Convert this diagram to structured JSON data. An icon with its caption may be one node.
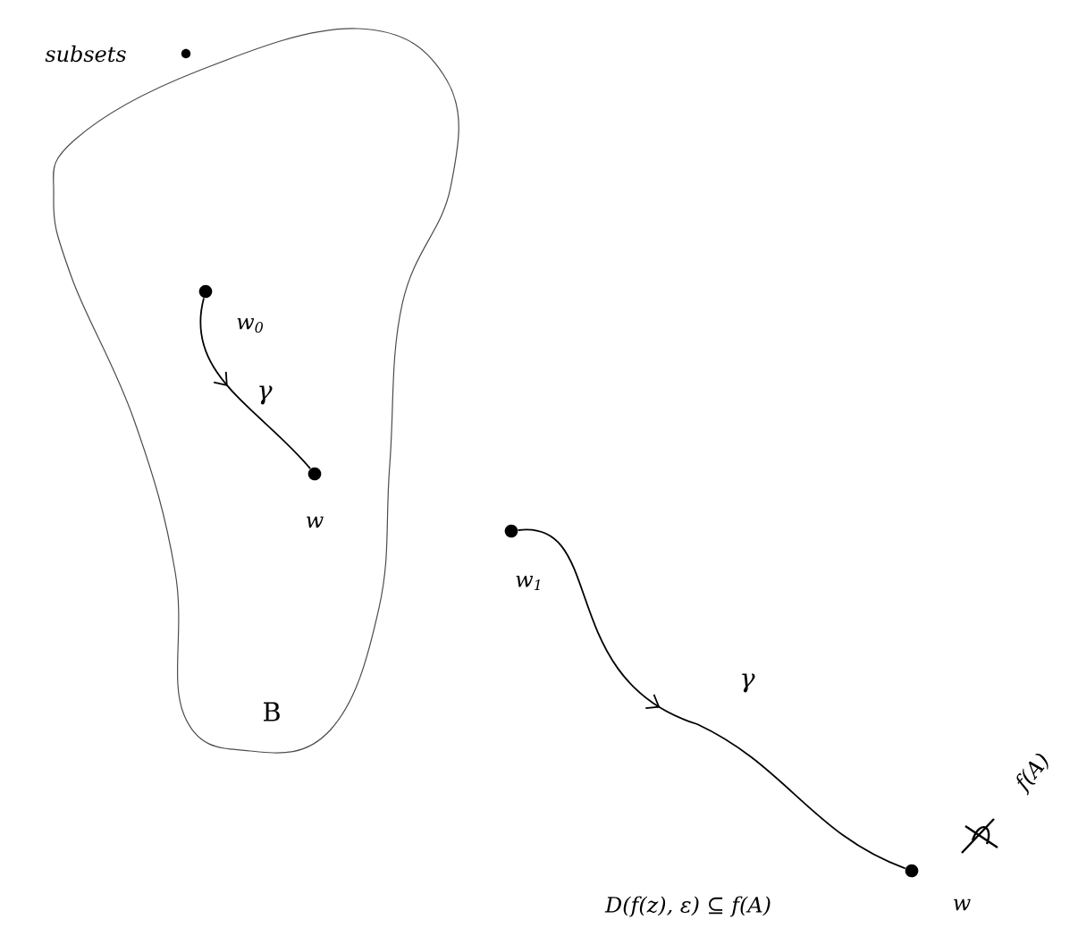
{
  "diagram": {
    "nodes": [
      {
        "text": [
          "B"
        ]
      },
      {
        "text": [],
        "shape": "circle",
        "in": 0,
        "beside": [
          "w$_{0}$"
        ]
      },
      {
        "text": [],
        "shape": "circle",
        "in": 0,
        "beside": [
          "w"
        ]
      },
      {
        "text": [],
        "shape": "circle",
        "beside": [
          "w$_{1}$"
        ]
      },
      {
        "text": [],
        "shape": "circle",
        "beside": [
          "w"
        ]
      }
    ],
    "edges": [
      {
        "from": 1,
        "to": 2,
        "arrow": "to",
        "label": "γ"
      },
      {
        "from": 3,
        "to": 4,
        "arrow": "to",
        "label": "γ"
      }
    ],
    "labels": [
      "subsets",
      "f(A)",
      "D(f(z), ε) ⊆ f(A)"
    ]
  }
}
